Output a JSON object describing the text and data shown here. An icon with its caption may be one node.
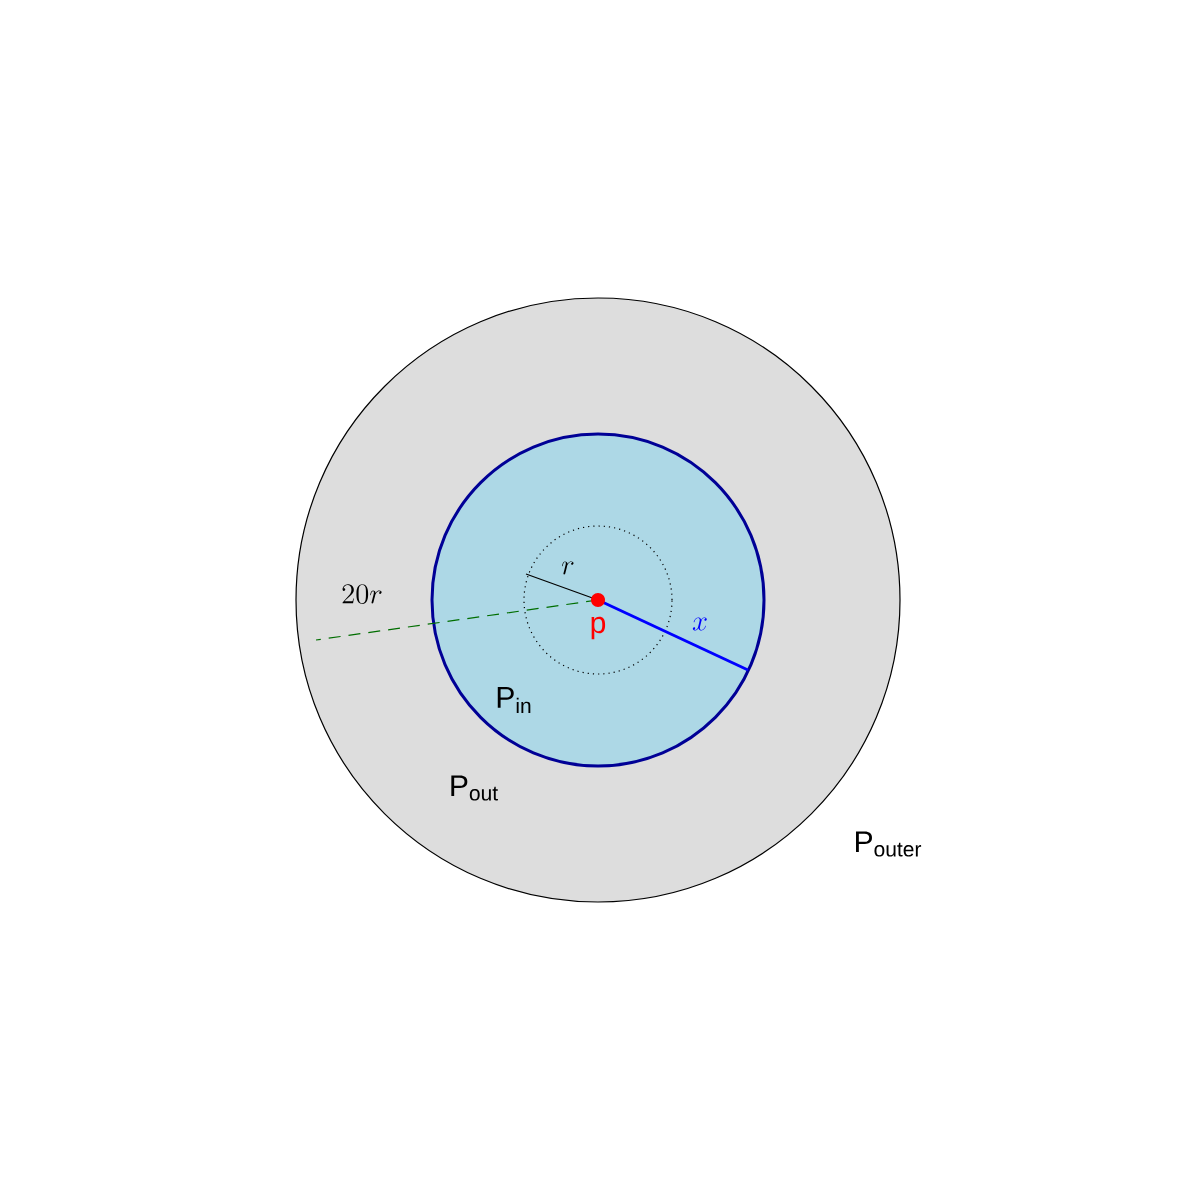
{
  "diagram": {
    "nodes": [
      {
        "text": [
          "P$_{out}$"
        ]
      },
      {
        "text": [
          "P$_{in}$"
        ],
        "in": 0
      },
      {
        "text": [],
        "shape": "circle",
        "in": 1
      },
      {
        "text": [],
        "shape": "dot",
        "in": 2
      }
    ],
    "labels": [
      "20r",
      "r",
      "p",
      "x",
      "P$_{outer}$"
    ]
  }
}
